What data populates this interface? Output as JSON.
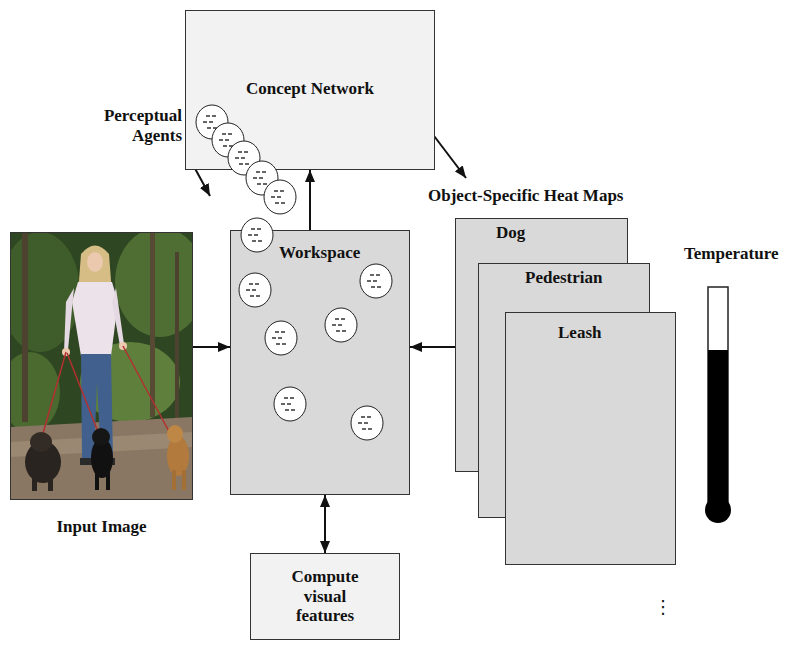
{
  "diagram": {
    "nodes": [
      {
        "text": [
          "Concept Network"
        ]
      },
      {
        "text": [
          "Input Image"
        ]
      },
      {
        "text": [
          "Workspace"
        ]
      },
      {
        "text": [
          "Dog"
        ]
      },
      {
        "text": [
          "Pedestrian"
        ]
      },
      {
        "text": [
          "Leash"
        ]
      },
      {
        "text": [
          "Compute visual features"
        ]
      }
    ],
    "edges": [
      {
        "from": 1,
        "to": 2,
        "arrow": "to"
      },
      {
        "from": 2,
        "to": 0,
        "arrow": "to"
      },
      {
        "from": 3,
        "to": 2,
        "arrow": "to"
      },
      {
        "from": 2,
        "to": 6,
        "arrow": "both"
      }
    ],
    "labels": [
      "Perceptual Agents",
      "Object-Specific Heat Maps",
      "Temperature",
      "⋮"
    ]
  }
}
